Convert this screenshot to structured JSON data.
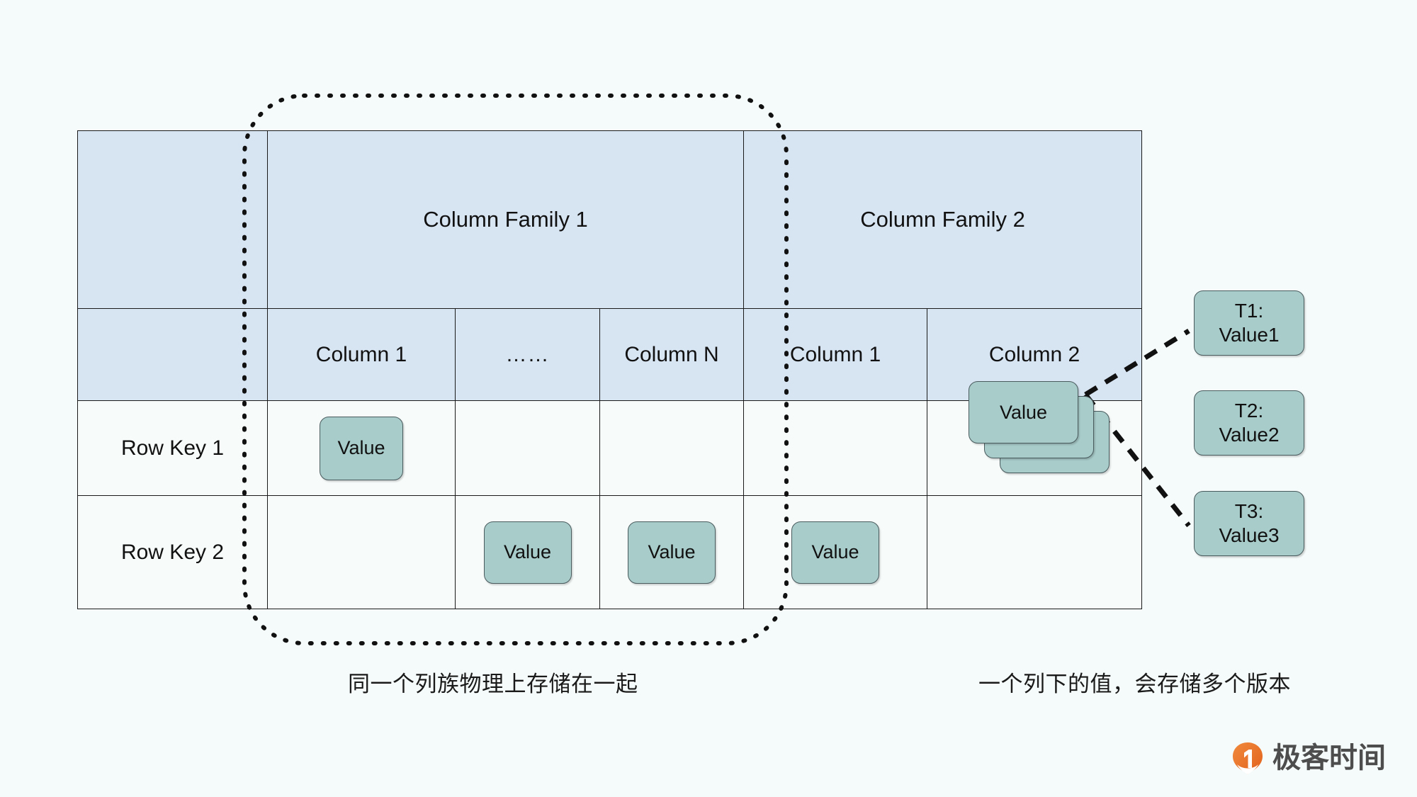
{
  "diagram": {
    "title": "HBase table model diagram",
    "colors": {
      "background": "#f5fbfa",
      "header_fill": "#d7e4f2",
      "cell_fill": "#f7fcfb",
      "chip_fill": "#a8ccca",
      "chip_stroke": "#4a5b5e",
      "grid_stroke": "#1a1a1a",
      "logo_orange": "#e8702a"
    }
  },
  "table": {
    "column_families": [
      {
        "label": "Column Family 1",
        "span": 3
      },
      {
        "label": "Column Family 2",
        "span": 2
      }
    ],
    "columns": [
      {
        "label": "Column 1"
      },
      {
        "label": "……"
      },
      {
        "label": "Column N"
      },
      {
        "label": "Column 1"
      },
      {
        "label": "Column 2"
      }
    ],
    "rows": [
      {
        "row_key": "Row Key 1",
        "cells": [
          {
            "value": "Value",
            "kind": "single"
          },
          {
            "value": "",
            "kind": "empty"
          },
          {
            "value": "",
            "kind": "empty"
          },
          {
            "value": "",
            "kind": "empty"
          },
          {
            "value": "Value",
            "kind": "stacked"
          }
        ]
      },
      {
        "row_key": "Row Key 2",
        "cells": [
          {
            "value": "",
            "kind": "empty"
          },
          {
            "value": "Value",
            "kind": "single"
          },
          {
            "value": "Value",
            "kind": "single"
          },
          {
            "value": "Value",
            "kind": "single"
          },
          {
            "value": "",
            "kind": "empty"
          }
        ]
      }
    ]
  },
  "versions": [
    {
      "time": "T1:",
      "value": "Value1"
    },
    {
      "time": "T2:",
      "value": "Value2"
    },
    {
      "time": "T3:",
      "value": "Value3"
    }
  ],
  "captions": {
    "left": "同一个列族物理上存储在一起",
    "right": "一个列下的值，会存储多个版本"
  },
  "annotations": {
    "column_family_group_outline": "dotted-rounded-rect",
    "version_connectors": "dashed-lines"
  },
  "logo": {
    "text": "极客时间",
    "mark": "geekbang-logo-icon"
  }
}
